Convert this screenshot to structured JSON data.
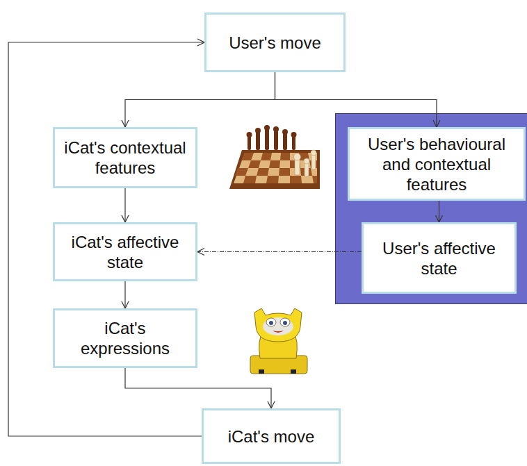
{
  "diagram": {
    "nodes": [
      {
        "text": [
          "User's move"
        ]
      },
      {
        "text": [
          "iCat's contextual features"
        ]
      },
      {
        "text": [
          "User's behavioural and contextual features"
        ]
      },
      {
        "text": [
          "iCat's affective state"
        ]
      },
      {
        "text": [
          "User's affective state"
        ]
      },
      {
        "text": [
          "iCat's expressions"
        ]
      },
      {
        "text": [
          "iCat's move"
        ]
      }
    ],
    "edges": [
      {
        "from": 0,
        "to": 1,
        "arrow": "to"
      },
      {
        "from": 0,
        "to": 2,
        "arrow": "to"
      },
      {
        "from": 1,
        "to": 3,
        "arrow": "to"
      },
      {
        "from": 2,
        "to": 4,
        "arrow": "to"
      },
      {
        "from": 4,
        "to": 3,
        "arrow": "to"
      },
      {
        "from": 3,
        "to": 5,
        "arrow": "to"
      },
      {
        "from": 5,
        "to": 6,
        "arrow": "to"
      },
      {
        "from": 6,
        "to": 0,
        "arrow": "to"
      }
    ]
  }
}
